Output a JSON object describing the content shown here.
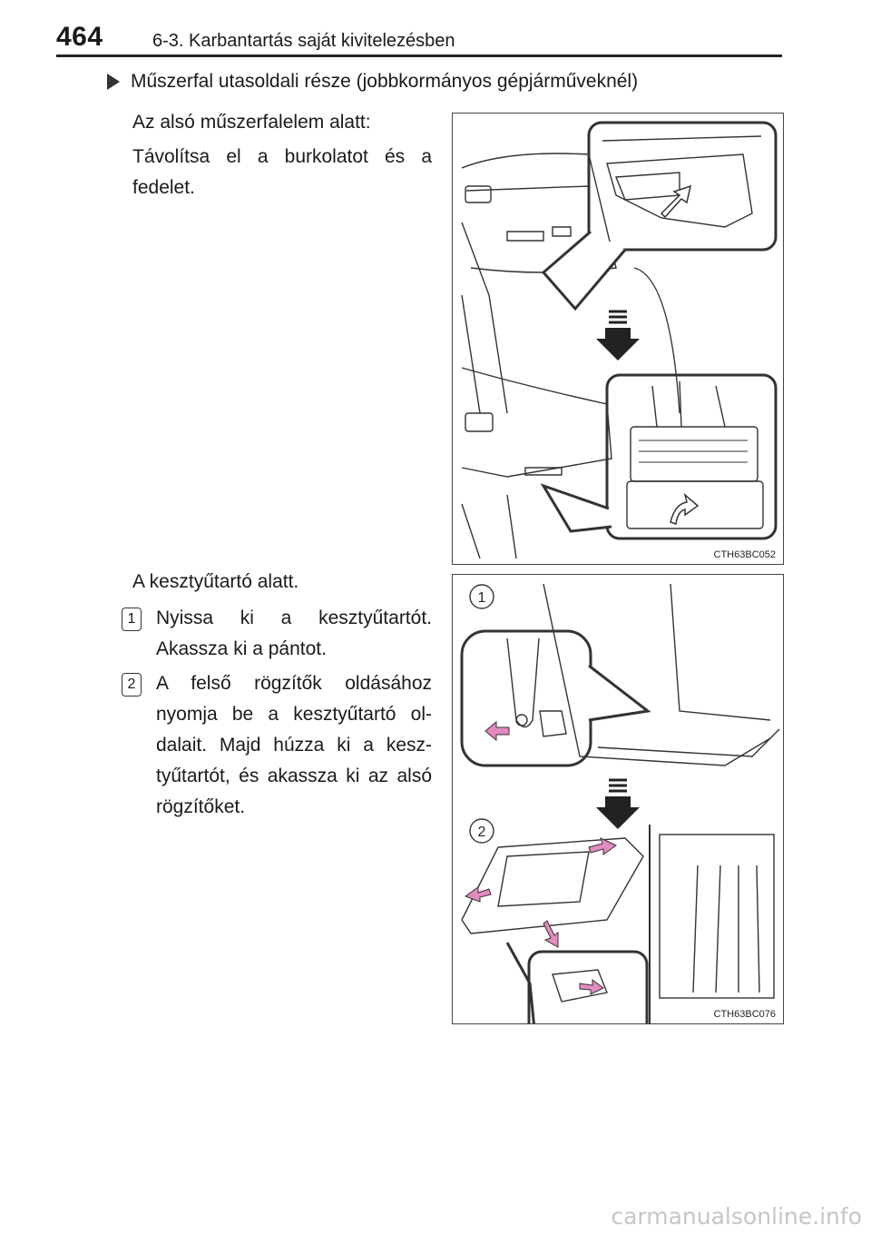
{
  "header": {
    "page_number": "464",
    "section_title": "6-3. Karbantartás saját kivitelezésben"
  },
  "content": {
    "bullet_heading": "Műszerfal utasoldali része (jobbkormányos gépjárműveknél)",
    "para_lower_panel": "Az alsó műszerfalelem alatt:",
    "para_remove_cover": "Távolítsa el a burkolatot és a fedelet.",
    "para_glovebox": "A kesztyűtartó alatt.",
    "steps": [
      {
        "number": "1",
        "text": "Nyissa ki a kesztyűtartót. Akassza ki a pántot."
      },
      {
        "number": "2",
        "text": "A felső rögzítők oldásához nyomja be a kesztyűtartó ol-dalait. Majd húzza ki a kesz-tyűtartót, és akassza ki az alsó rögzítőket."
      }
    ]
  },
  "figures": [
    {
      "code": "CTH63BC052"
    },
    {
      "code": "CTH63BC076",
      "callout_1": "1",
      "callout_2": "2"
    }
  ],
  "footer": {
    "watermark": "carmanualsonline.info"
  },
  "colors": {
    "arrow_pink": "#e38bc0",
    "line": "#333333"
  }
}
